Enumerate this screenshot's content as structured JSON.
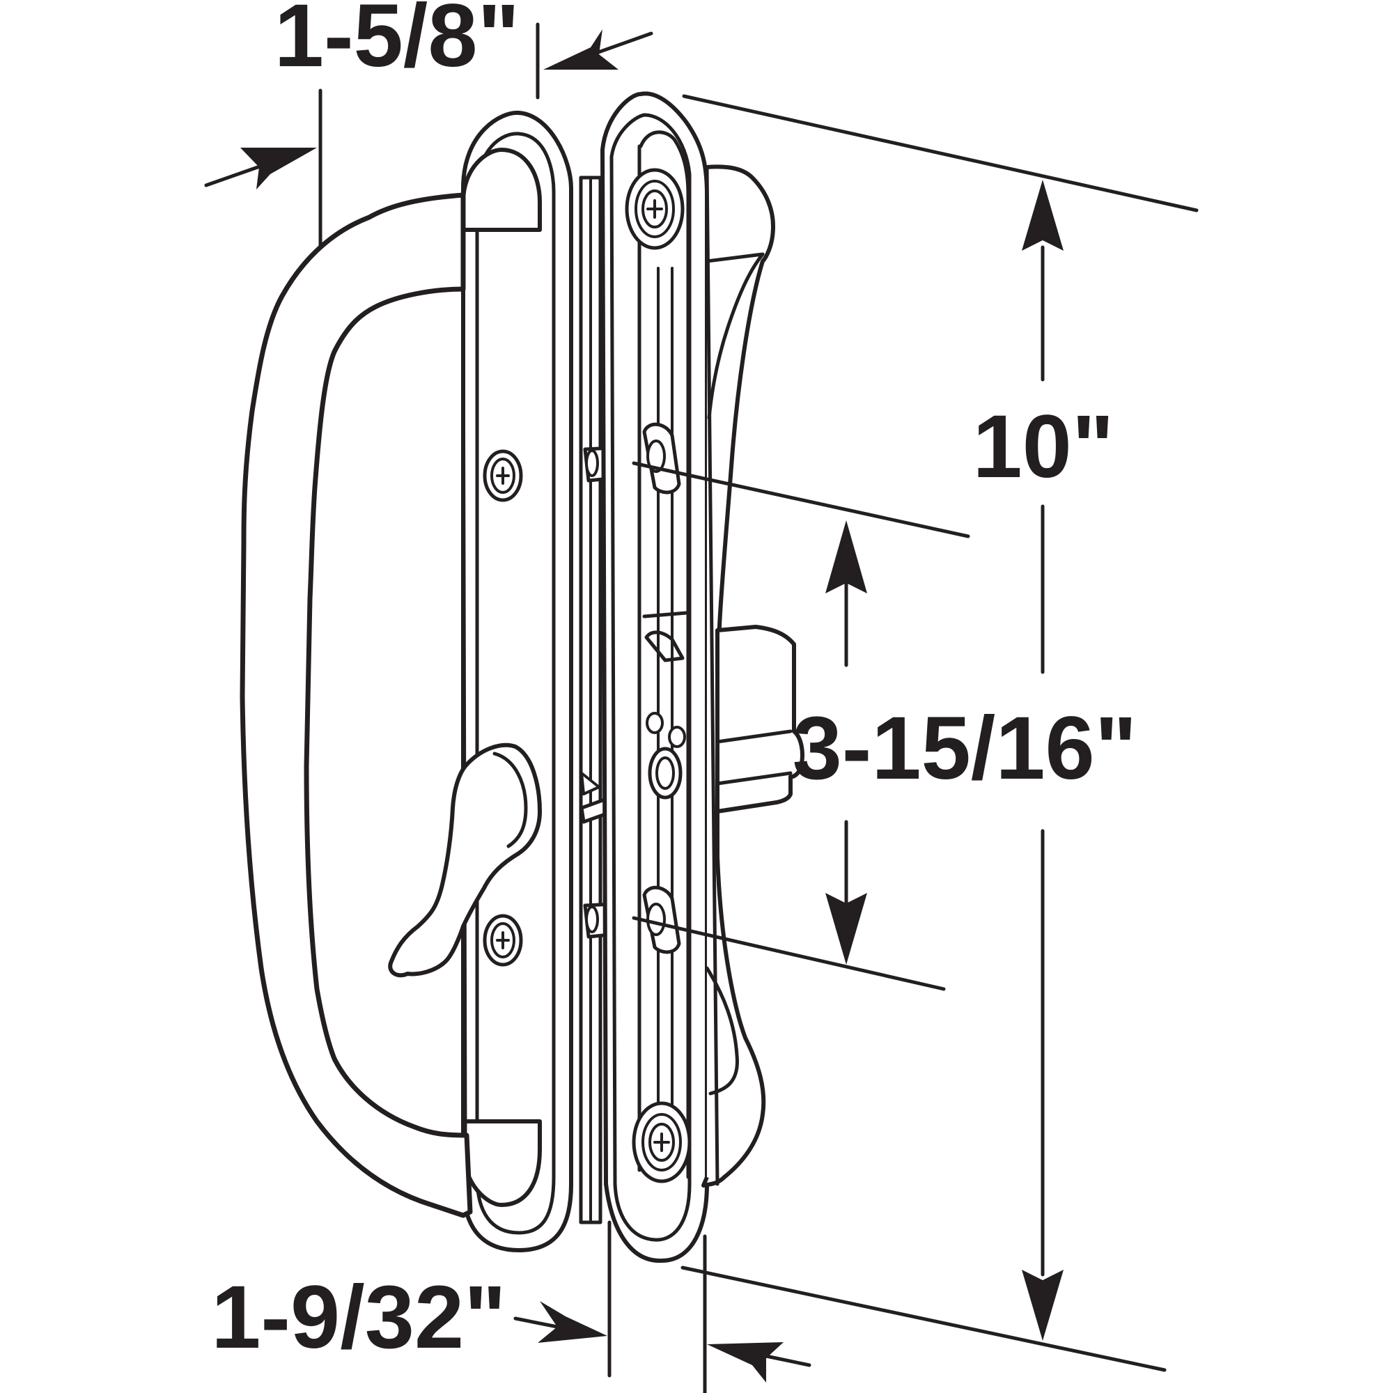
{
  "dimensions": {
    "handle_depth": "1-5/8\"",
    "overall_height": "10\"",
    "screw_spacing": "3-15/16\"",
    "plate_depth": "1-9/32\""
  },
  "colors": {
    "ink": "#231f20",
    "background": "#ffffff"
  }
}
